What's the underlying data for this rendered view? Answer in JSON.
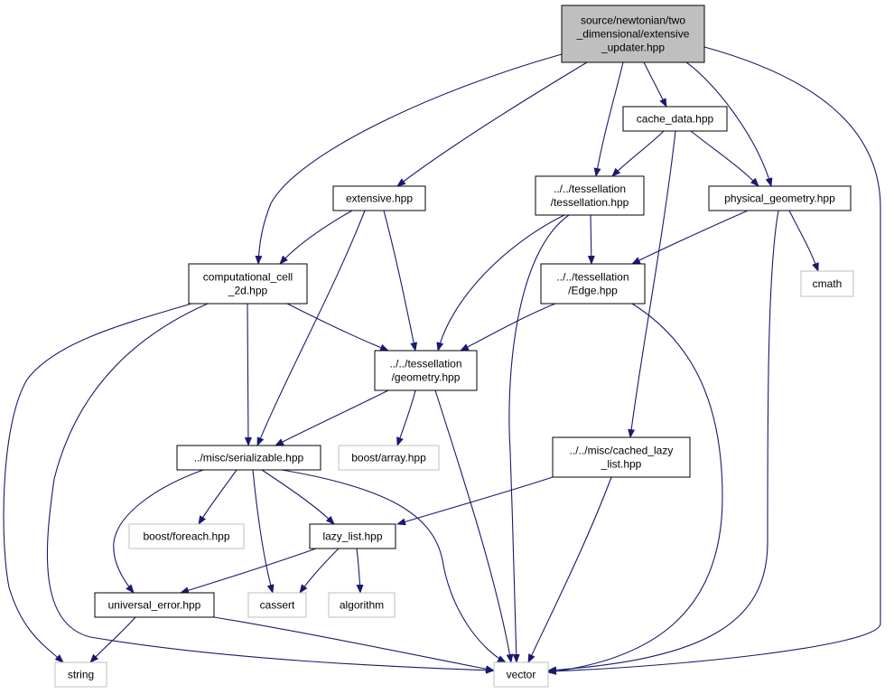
{
  "graph": {
    "edge_color": "#191970",
    "root_fill": "#bfbfbf",
    "node_border": "#000000",
    "external_border": "#bfbfbf",
    "nodes": [
      {
        "id": "root",
        "name": "node-extensive-updater-hpp",
        "lines": [
          "source/newtonian/two",
          "_dimensional/extensive",
          "_updater.hpp"
        ],
        "kind": "root",
        "interactable": true
      },
      {
        "id": "cache",
        "name": "node-cache-data-hpp",
        "lines": [
          "cache_data.hpp"
        ],
        "kind": "file",
        "interactable": true
      },
      {
        "id": "extensive",
        "name": "node-extensive-hpp",
        "lines": [
          "extensive.hpp"
        ],
        "kind": "file",
        "interactable": true
      },
      {
        "id": "tess",
        "name": "node-tessellation-hpp",
        "lines": [
          "../../tessellation",
          "/tessellation.hpp"
        ],
        "kind": "file",
        "interactable": true
      },
      {
        "id": "phys",
        "name": "node-physical-geometry-hpp",
        "lines": [
          "physical_geometry.hpp"
        ],
        "kind": "file",
        "interactable": true
      },
      {
        "id": "comp",
        "name": "node-computational-cell-2d-hpp",
        "lines": [
          "computational_cell",
          "_2d.hpp"
        ],
        "kind": "file",
        "interactable": true
      },
      {
        "id": "edge",
        "name": "node-edge-hpp",
        "lines": [
          "../../tessellation",
          "/Edge.hpp"
        ],
        "kind": "file",
        "interactable": true
      },
      {
        "id": "cmath",
        "name": "node-cmath",
        "lines": [
          "cmath"
        ],
        "kind": "external",
        "interactable": false
      },
      {
        "id": "geom",
        "name": "node-geometry-hpp",
        "lines": [
          "../../tessellation",
          "/geometry.hpp"
        ],
        "kind": "file",
        "interactable": true
      },
      {
        "id": "cachedlazy",
        "name": "node-cached-lazy-list-hpp",
        "lines": [
          "../../misc/cached_lazy",
          "_list.hpp"
        ],
        "kind": "file",
        "interactable": true
      },
      {
        "id": "serial",
        "name": "node-serializable-hpp",
        "lines": [
          "../misc/serializable.hpp"
        ],
        "kind": "file",
        "interactable": true
      },
      {
        "id": "boostarray",
        "name": "node-boost-array-hpp",
        "lines": [
          "boost/array.hpp"
        ],
        "kind": "external",
        "interactable": false
      },
      {
        "id": "boostforeach",
        "name": "node-boost-foreach-hpp",
        "lines": [
          "boost/foreach.hpp"
        ],
        "kind": "external",
        "interactable": false
      },
      {
        "id": "lazy",
        "name": "node-lazy-list-hpp",
        "lines": [
          "lazy_list.hpp"
        ],
        "kind": "file",
        "interactable": true
      },
      {
        "id": "uerr",
        "name": "node-universal-error-hpp",
        "lines": [
          "universal_error.hpp"
        ],
        "kind": "file",
        "interactable": true
      },
      {
        "id": "cassert",
        "name": "node-cassert",
        "lines": [
          "cassert"
        ],
        "kind": "external",
        "interactable": false
      },
      {
        "id": "algorithm",
        "name": "node-algorithm",
        "lines": [
          "algorithm"
        ],
        "kind": "external",
        "interactable": false
      },
      {
        "id": "string",
        "name": "node-string",
        "lines": [
          "string"
        ],
        "kind": "external",
        "interactable": false
      },
      {
        "id": "vector",
        "name": "node-vector",
        "lines": [
          "vector"
        ],
        "kind": "external",
        "interactable": false
      }
    ],
    "edges": [
      {
        "from": "root",
        "to": "cache"
      },
      {
        "from": "root",
        "to": "phys"
      },
      {
        "from": "root",
        "to": "vector"
      },
      {
        "from": "root",
        "to": "tess"
      },
      {
        "from": "root",
        "to": "extensive"
      },
      {
        "from": "root",
        "to": "comp"
      },
      {
        "from": "cache",
        "to": "tess"
      },
      {
        "from": "cache",
        "to": "phys"
      },
      {
        "from": "cache",
        "to": "cachedlazy"
      },
      {
        "from": "extensive",
        "to": "comp"
      },
      {
        "from": "extensive",
        "to": "geom"
      },
      {
        "from": "extensive",
        "to": "serial"
      },
      {
        "from": "tess",
        "to": "edge"
      },
      {
        "from": "tess",
        "to": "geom"
      },
      {
        "from": "tess",
        "to": "vector"
      },
      {
        "from": "phys",
        "to": "edge"
      },
      {
        "from": "phys",
        "to": "cmath"
      },
      {
        "from": "phys",
        "to": "vector"
      },
      {
        "from": "comp",
        "to": "geom"
      },
      {
        "from": "comp",
        "to": "serial"
      },
      {
        "from": "comp",
        "to": "string"
      },
      {
        "from": "comp",
        "to": "vector"
      },
      {
        "from": "edge",
        "to": "geom"
      },
      {
        "from": "edge",
        "to": "vector"
      },
      {
        "from": "geom",
        "to": "serial"
      },
      {
        "from": "geom",
        "to": "boostarray"
      },
      {
        "from": "geom",
        "to": "vector"
      },
      {
        "from": "cachedlazy",
        "to": "lazy"
      },
      {
        "from": "cachedlazy",
        "to": "vector"
      },
      {
        "from": "serial",
        "to": "boostforeach"
      },
      {
        "from": "serial",
        "to": "lazy"
      },
      {
        "from": "serial",
        "to": "cassert"
      },
      {
        "from": "serial",
        "to": "uerr"
      },
      {
        "from": "serial",
        "to": "vector"
      },
      {
        "from": "lazy",
        "to": "uerr"
      },
      {
        "from": "lazy",
        "to": "cassert"
      },
      {
        "from": "lazy",
        "to": "algorithm"
      },
      {
        "from": "uerr",
        "to": "string"
      },
      {
        "from": "uerr",
        "to": "vector"
      }
    ]
  }
}
